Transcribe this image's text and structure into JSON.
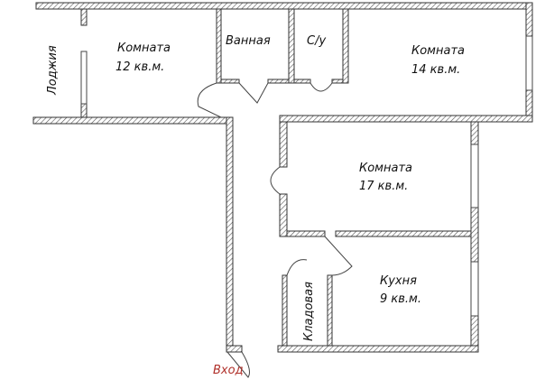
{
  "rooms": {
    "loggia": {
      "name": "Лоджия"
    },
    "room12": {
      "name": "Комната",
      "area": "12 кв.м."
    },
    "bathroom": {
      "name": "Ванная"
    },
    "wc": {
      "name": "С/у"
    },
    "room14": {
      "name": "Комната",
      "area": "14 кв.м."
    },
    "room17": {
      "name": "Комната",
      "area": "17 кв.м."
    },
    "kitchen": {
      "name": "Кухня",
      "area": "9 кв.м."
    },
    "storage": {
      "name": "Кладовая"
    }
  },
  "entrance": {
    "label": "Вход",
    "color": "#b0302a"
  }
}
